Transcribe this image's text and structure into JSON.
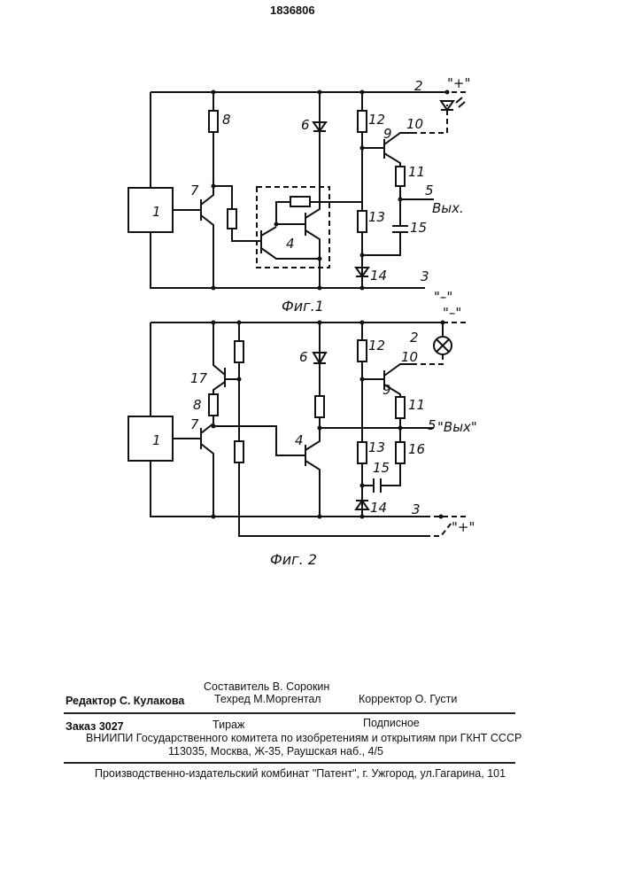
{
  "patent_number": "1836806",
  "fig1": {
    "caption": "Фиг.1",
    "labels": {
      "n1": "1",
      "n2": "2",
      "n3": "3",
      "n4": "4",
      "n5": "5",
      "n6": "6",
      "n7": "7",
      "n8": "8",
      "n9": "9",
      "n10": "10",
      "n11": "11",
      "n12": "12",
      "n13": "13",
      "n14": "14",
      "n15": "15"
    },
    "output": "Вых.",
    "plus": "\"+\"",
    "minus": "\"–\""
  },
  "fig2": {
    "caption": "Фиг. 2",
    "labels": {
      "n1": "1",
      "n2": "2",
      "n3": "3",
      "n4": "4",
      "n5": "5",
      "n6": "6",
      "n7": "7",
      "n8": "8",
      "n9": "9",
      "n10": "10",
      "n11": "11",
      "n12": "12",
      "n13": "13",
      "n14": "14",
      "n15": "15",
      "n16": "16",
      "n17": "17"
    },
    "output": "\"Вых\"",
    "plus": "\"+\"",
    "minus": "\"–\""
  },
  "colophon": {
    "compiler": "Составитель  В. Сорокин",
    "editor": "Редактор  С. Кулакова",
    "techred": "Техред М.Моргентал",
    "corrector": "Корректор  О. Густи",
    "order": "Заказ  3027",
    "circulation": "Тираж",
    "subscription": "Подписное",
    "org": "ВНИИПИ Государственного комитета по изобретениям и открытиям при ГКНТ СССР",
    "address": "113035, Москва, Ж-35, Раушская наб., 4/5",
    "publisher": "Производственно-издательский комбинат \"Патент\", г. Ужгород, ул.Гагарина, 101"
  }
}
